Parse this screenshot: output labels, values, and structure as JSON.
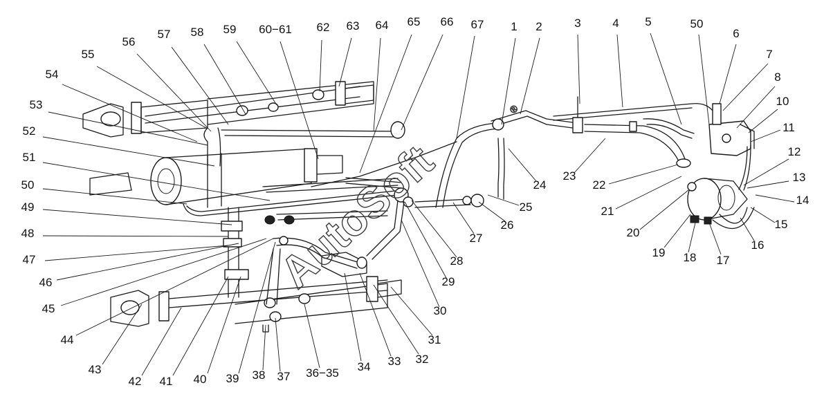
{
  "diagram": {
    "labels": [
      "1",
      "2",
      "3",
      "4",
      "5",
      "50",
      "6",
      "7",
      "8",
      "10",
      "11",
      "12",
      "13",
      "14",
      "15",
      "16",
      "17",
      "18",
      "19",
      "20",
      "21",
      "22",
      "23",
      "24",
      "25",
      "26",
      "27",
      "28",
      "29",
      "30",
      "31",
      "32",
      "33",
      "34",
      "36−35",
      "37",
      "38",
      "39",
      "40",
      "41",
      "42",
      "43",
      "44",
      "45",
      "46",
      "47",
      "48",
      "49",
      "50",
      "51",
      "52",
      "53",
      "54",
      "55",
      "56",
      "57",
      "58",
      "59",
      "60−61",
      "62",
      "63",
      "64",
      "65",
      "66",
      "67"
    ],
    "watermark": "AutoSoft",
    "watermark_mark": "®",
    "colors": {
      "line": "#1a1a1a",
      "background": "#ffffff"
    }
  }
}
